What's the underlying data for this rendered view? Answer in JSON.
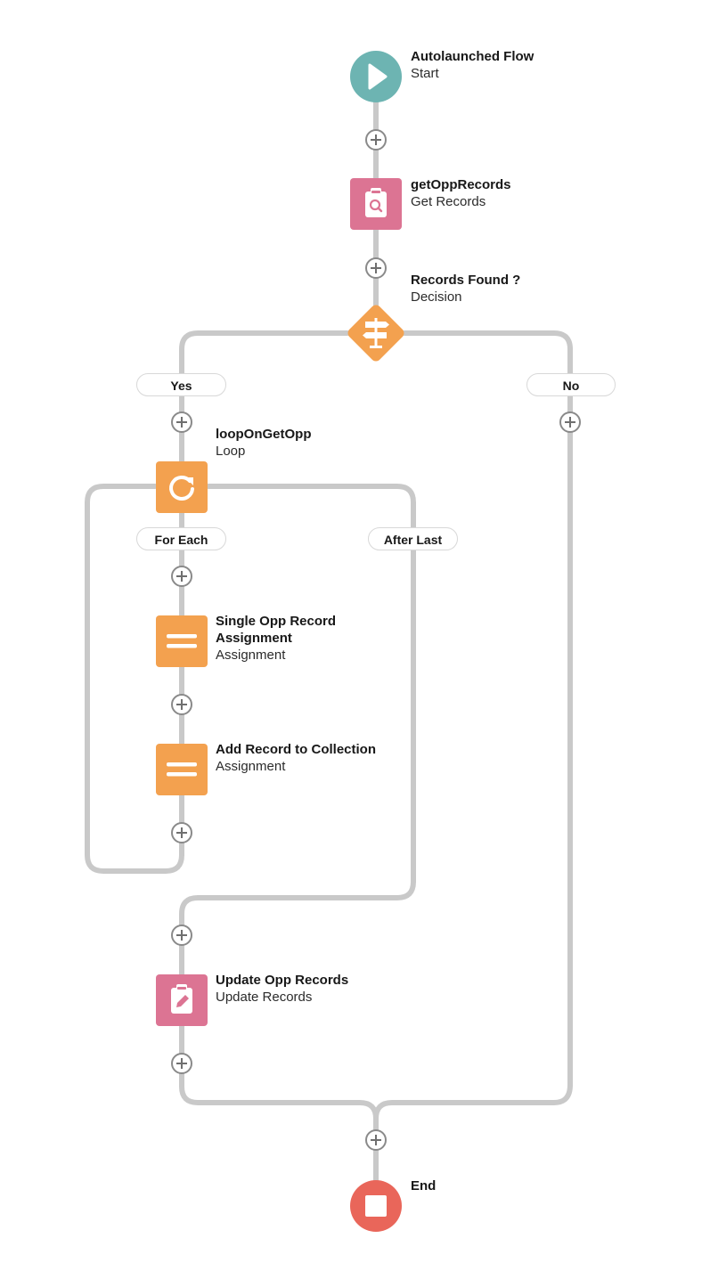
{
  "colors": {
    "connector": "#c9c9c9",
    "start": "#6db4b2",
    "get_records": "#dc7493",
    "logic": "#f3a14f",
    "end": "#e9665a"
  },
  "nodes": {
    "start": {
      "title": "Autolaunched Flow",
      "type": "Start",
      "icon": "play-icon"
    },
    "get_records": {
      "title": "getOppRecords",
      "type": "Get Records",
      "icon": "clipboard-search-icon"
    },
    "decision": {
      "title": "Records Found ?",
      "type": "Decision",
      "icon": "signpost-icon"
    },
    "loop": {
      "title": "loopOnGetOpp",
      "type": "Loop",
      "icon": "loop-arrow-icon"
    },
    "assignment_1": {
      "title_line1": "Single Opp Record",
      "title_line2": "Assignment",
      "type": "Assignment",
      "icon": "equals-icon"
    },
    "assignment_2": {
      "title": "Add Record to Collection",
      "type": "Assignment",
      "icon": "equals-icon"
    },
    "update_records": {
      "title": "Update Opp Records",
      "type": "Update Records",
      "icon": "clipboard-pencil-icon"
    },
    "end": {
      "title": "End",
      "icon": "stop-icon"
    }
  },
  "branches": {
    "yes": "Yes",
    "no": "No",
    "for_each": "For Each",
    "after_last": "After Last"
  }
}
